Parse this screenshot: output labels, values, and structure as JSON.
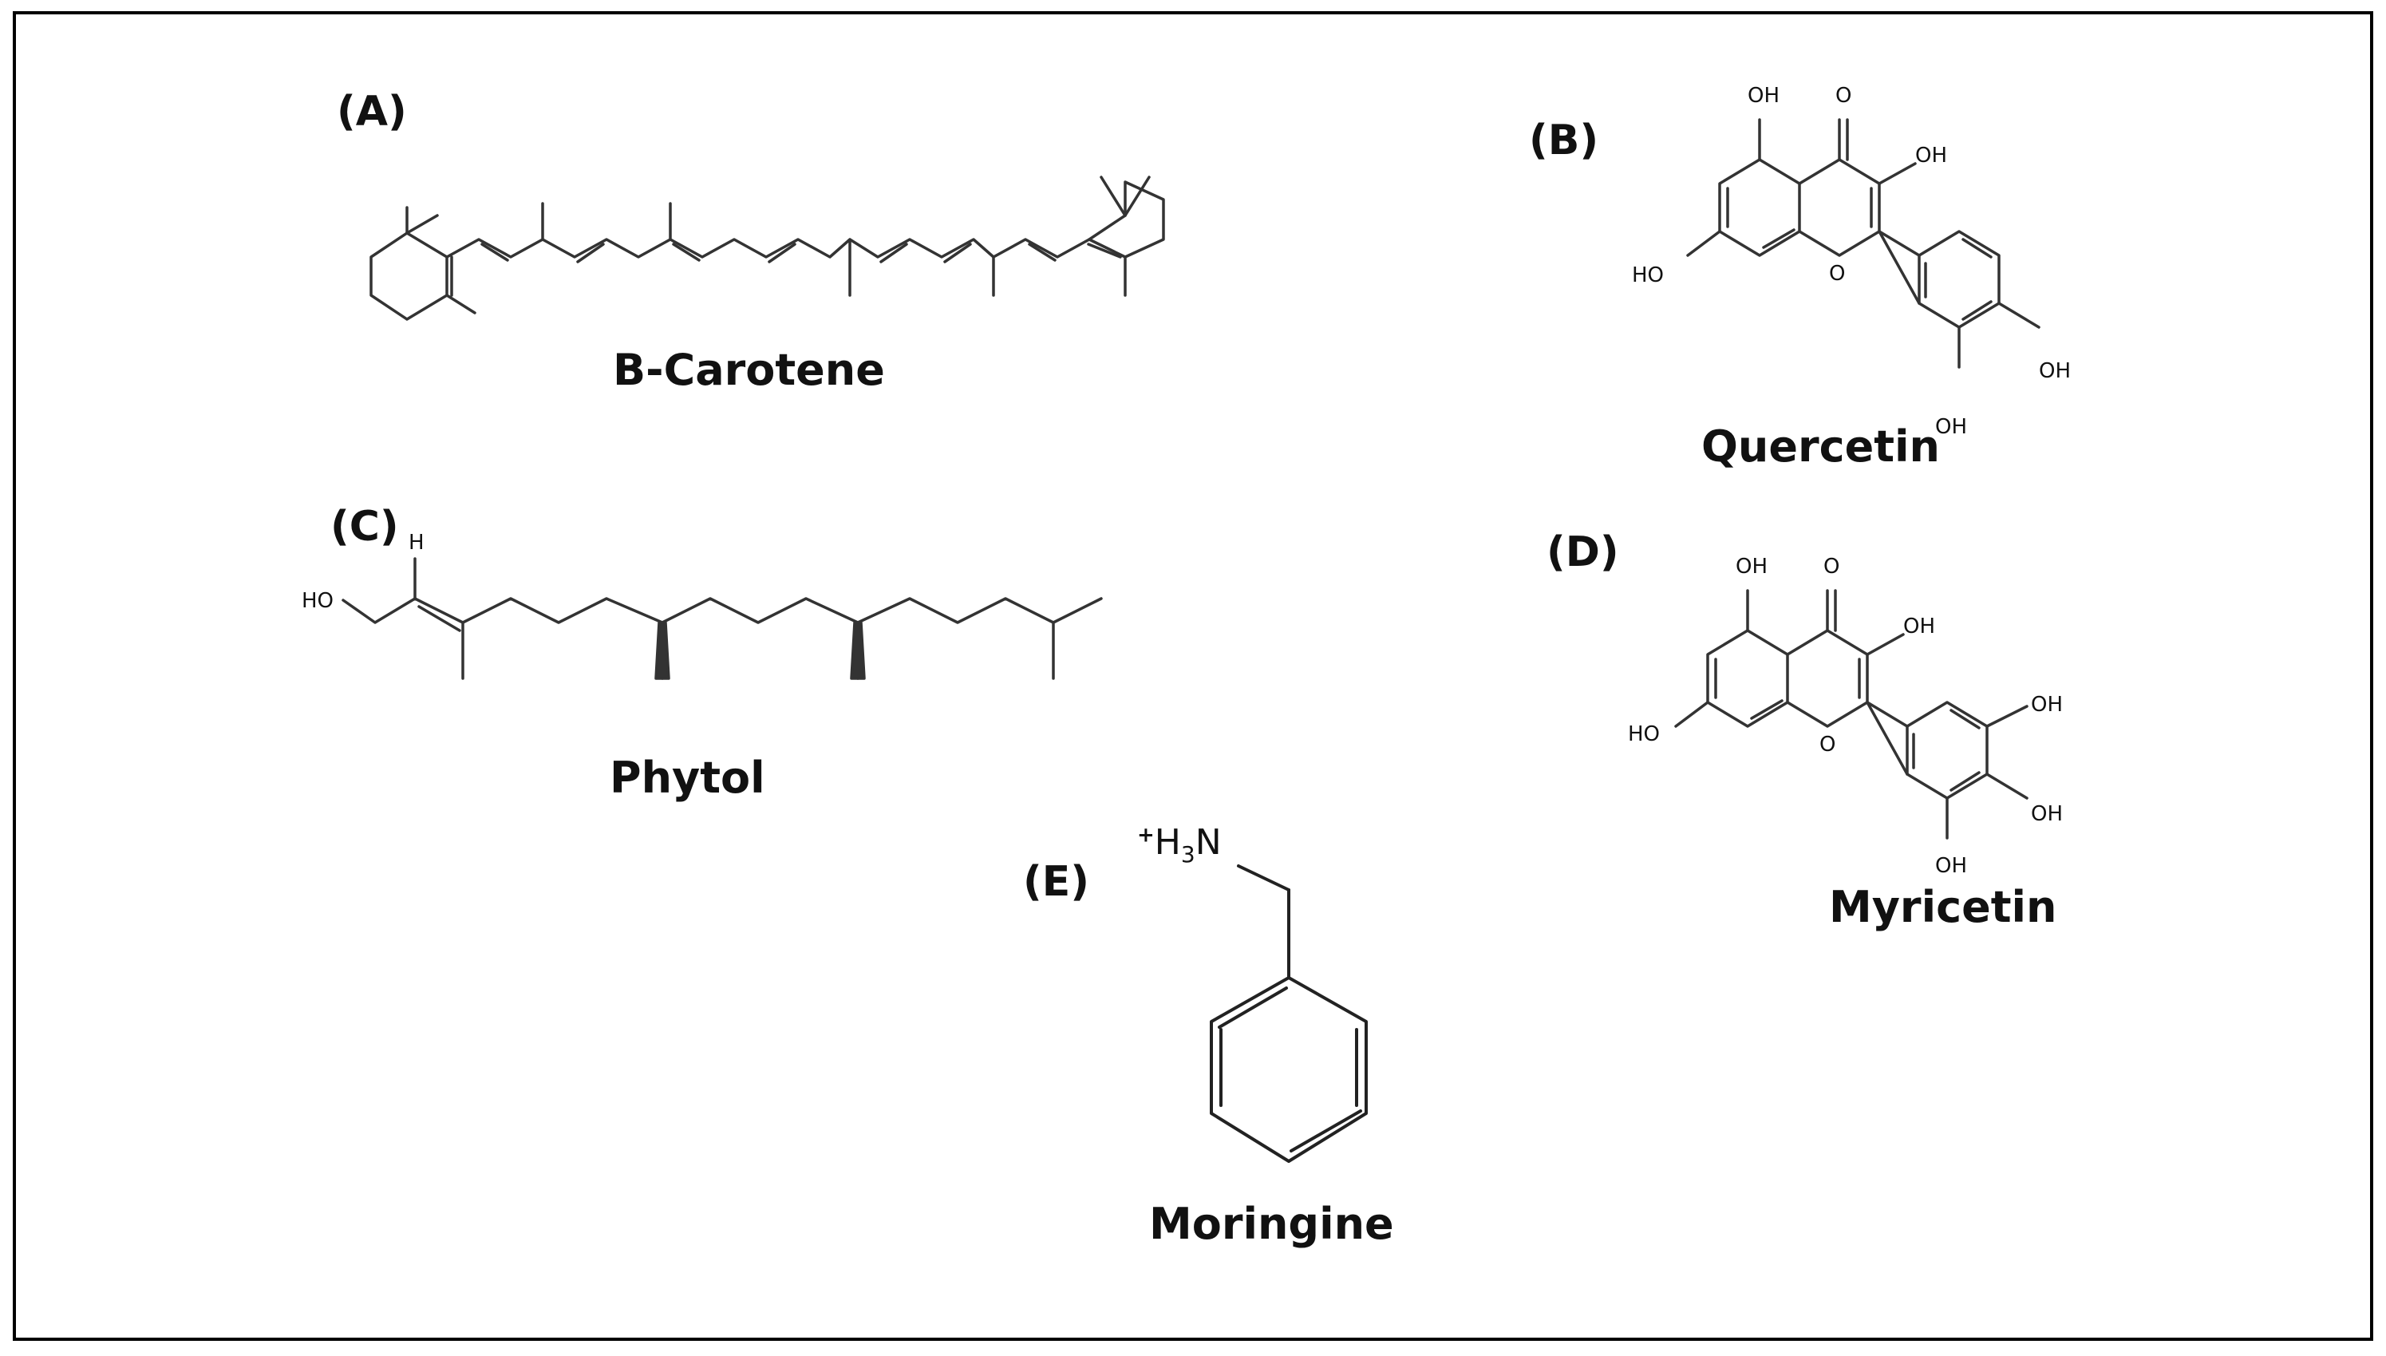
{
  "panels": {
    "a": {
      "letter": "(A)",
      "name": "B-Carotene"
    },
    "b": {
      "letter": "(B)",
      "name": "Quercetin",
      "atoms": {
        "oh5": "OH",
        "o4": "O",
        "oh3": "OH",
        "oh7": "HO",
        "o1": "O",
        "oh4p": "OH",
        "oh3p": "OH"
      }
    },
    "c": {
      "letter": "(C)",
      "name": "Phytol",
      "atoms": {
        "ho": "HO",
        "h": "H"
      }
    },
    "d": {
      "letter": "(D)",
      "name": "Myricetin",
      "atoms": {
        "oh5": "OH",
        "o4": "O",
        "oh3": "OH",
        "oh7": "HO",
        "o1": "O",
        "oh3p": "OH",
        "oh4p": "OH",
        "oh5p": "OH"
      }
    },
    "e": {
      "letter": "(E)",
      "name": "Moringine",
      "amine": {
        "charge": "+",
        "h": "H",
        "sub": "3",
        "n": "N"
      }
    }
  }
}
